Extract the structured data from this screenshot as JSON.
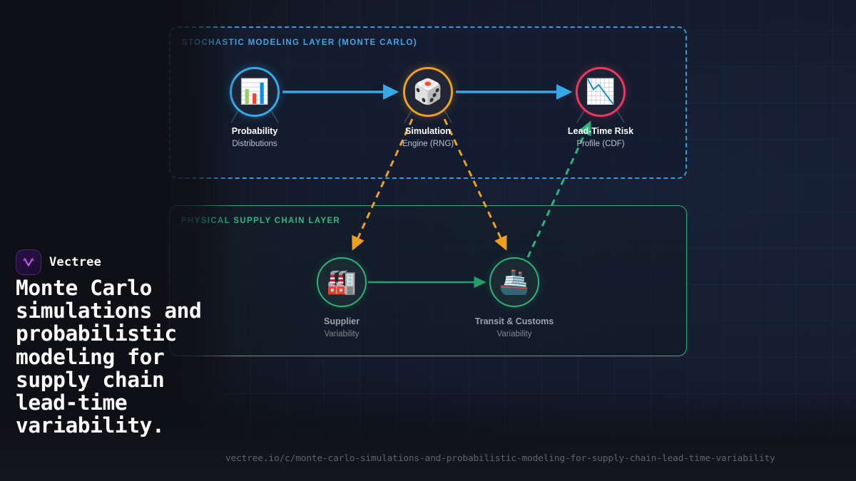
{
  "brand": {
    "name": "Vectree",
    "logo_icon": "vectree-logo-icon"
  },
  "headline": "Monte Carlo simulations and probabilistic modeling for supply chain lead-time variability.",
  "footer": {
    "url": "vectree.io/c/monte-carlo-simulations-and-probabilistic-modeling-for-supply-chain-lead-time-variability"
  },
  "colors": {
    "background": "#0e0f14",
    "stochastic_accent": "#3ea6e8",
    "physical_accent": "#2fb87f",
    "simulation_accent": "#eda01d",
    "risk_accent": "#e8395f",
    "headline_text": "#ffffff",
    "footer_text": "#5d636e"
  },
  "diagram": {
    "layers": [
      {
        "id": "stochastic",
        "title": "STOCHASTIC MODELING LAYER (MONTE CARLO)",
        "border_style": "dashed",
        "accent": "#3ea6e8"
      },
      {
        "id": "physical",
        "title": "PHYSICAL SUPPLY CHAIN LAYER",
        "border_style": "solid",
        "accent": "#2fb87f"
      }
    ],
    "nodes": [
      {
        "id": "probability",
        "label": "Probability",
        "sub": "Distributions",
        "icon": "bar-chart-icon",
        "glyph": "📊",
        "ring_color": "#35a8e8"
      },
      {
        "id": "simulation",
        "label": "Simulation",
        "sub": "Engine (RNG)",
        "icon": "dice-icon",
        "glyph": "🎲",
        "ring_color": "#eda01d"
      },
      {
        "id": "leadtime",
        "label": "Lead-Time Risk",
        "sub": "Profile (CDF)",
        "icon": "chart-decreasing-icon",
        "glyph": "📉",
        "ring_color": "#e8395f"
      },
      {
        "id": "supplier",
        "label": "Supplier",
        "sub": "Variability",
        "icon": "factory-icon",
        "glyph": "🏭",
        "ring_color": "#2bb37a"
      },
      {
        "id": "transit",
        "label": "Transit & Customs",
        "sub": "Variability",
        "icon": "ship-icon",
        "glyph": "🚢",
        "ring_color": "#2bb37a"
      }
    ],
    "edges": [
      {
        "id": "probability-to-simulation",
        "from": "probability",
        "to": "simulation",
        "style": "solid",
        "color": "#35a8e8"
      },
      {
        "id": "simulation-to-leadtime",
        "from": "simulation",
        "to": "leadtime",
        "style": "solid",
        "color": "#35a8e8"
      },
      {
        "id": "simulation-to-supplier",
        "from": "simulation",
        "to": "supplier",
        "style": "dashed",
        "color": "#eda01d"
      },
      {
        "id": "simulation-to-transit",
        "from": "simulation",
        "to": "transit",
        "style": "dashed",
        "color": "#eda01d"
      },
      {
        "id": "supplier-to-transit",
        "from": "supplier",
        "to": "transit",
        "style": "solid",
        "color": "#2bb37a"
      },
      {
        "id": "transit-to-leadtime",
        "from": "transit",
        "to": "leadtime",
        "style": "dashed",
        "color": "#2bb37a"
      }
    ]
  }
}
